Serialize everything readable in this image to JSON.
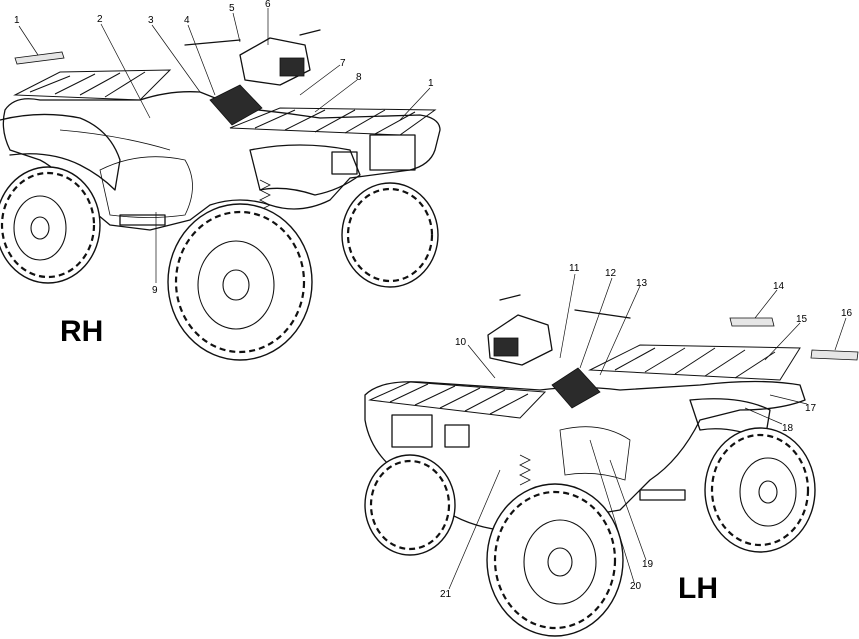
{
  "figure": {
    "views": [
      {
        "id": "rh",
        "label": "RH"
      },
      {
        "id": "lh",
        "label": "LH"
      }
    ],
    "callouts": [
      {
        "id": "c1a",
        "text": "1"
      },
      {
        "id": "c2",
        "text": "2"
      },
      {
        "id": "c3",
        "text": "3"
      },
      {
        "id": "c4",
        "text": "4"
      },
      {
        "id": "c5",
        "text": "5"
      },
      {
        "id": "c6",
        "text": "6"
      },
      {
        "id": "c7",
        "text": "7"
      },
      {
        "id": "c8",
        "text": "8"
      },
      {
        "id": "c1b",
        "text": "1"
      },
      {
        "id": "c9",
        "text": "9"
      },
      {
        "id": "c10",
        "text": "10"
      },
      {
        "id": "c11",
        "text": "11"
      },
      {
        "id": "c12",
        "text": "12"
      },
      {
        "id": "c13",
        "text": "13"
      },
      {
        "id": "c14",
        "text": "14"
      },
      {
        "id": "c15",
        "text": "15"
      },
      {
        "id": "c16",
        "text": "16"
      },
      {
        "id": "c17",
        "text": "17"
      },
      {
        "id": "c18",
        "text": "18"
      },
      {
        "id": "c19",
        "text": "19"
      },
      {
        "id": "c20",
        "text": "20"
      },
      {
        "id": "c21",
        "text": "21"
      }
    ]
  }
}
